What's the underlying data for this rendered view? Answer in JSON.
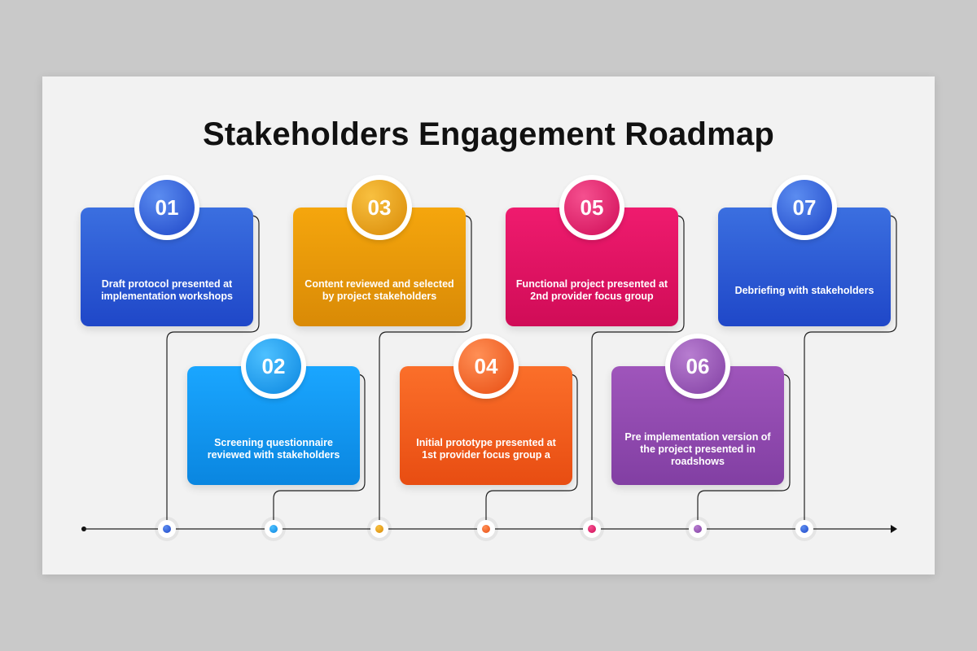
{
  "title": "Stakeholders Engagement Roadmap",
  "steps": [
    {
      "number": "01",
      "text": "Draft protocol presented at implementation workshops",
      "color": "#2b5bd6"
    },
    {
      "number": "02",
      "text": "Screening questionnaire reviewed with stakeholders",
      "color": "#0a9af0"
    },
    {
      "number": "03",
      "text": "Content reviewed and selected by project stakeholders",
      "color": "#e99b08"
    },
    {
      "number": "04",
      "text": "Initial prototype presented at 1st provider focus group a",
      "color": "#f25e1d"
    },
    {
      "number": "05",
      "text": "Functional project presented at 2nd provider focus group",
      "color": "#e01463"
    },
    {
      "number": "06",
      "text": "Pre implementation version of the project presented in roadshows",
      "color": "#924aaf"
    },
    {
      "number": "07",
      "text": "Debriefing with stakeholders",
      "color": "#2b5bd6"
    }
  ]
}
